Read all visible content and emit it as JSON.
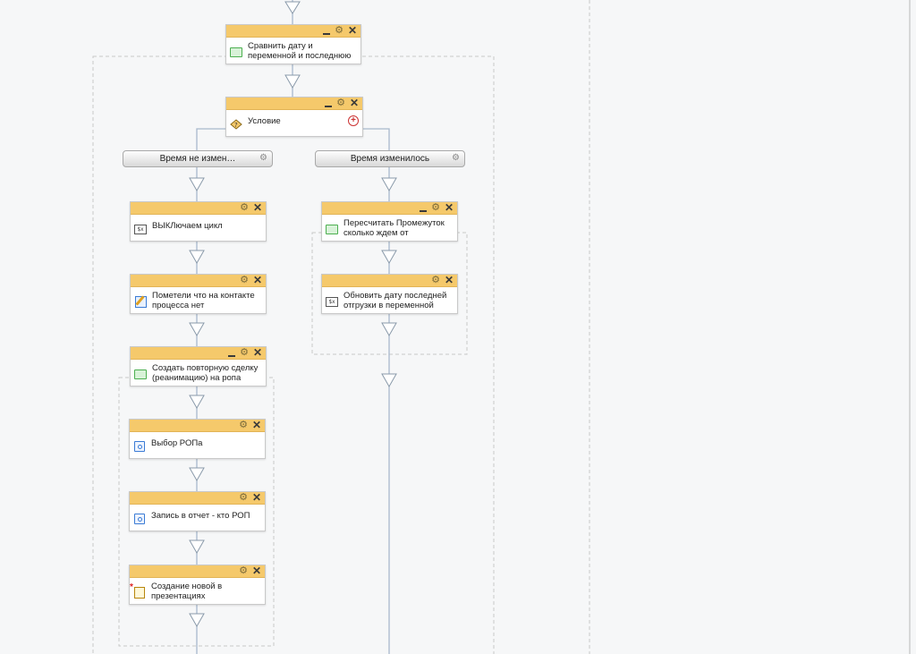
{
  "blocks": {
    "compare": {
      "label": "Сравнить дату и переменной и последнюю"
    },
    "condition": {
      "label": "Условие"
    },
    "turn_off": {
      "label": "ВЫКЛючаем цикл"
    },
    "mark": {
      "label": "Пометели что на контакте процесса нет"
    },
    "create_deal": {
      "label": "Создать повторную сделку (реанимацию) на ропа"
    },
    "choose_rop": {
      "label": "Выбор РОПа"
    },
    "report": {
      "label": "Запись в отчет - кто РОП"
    },
    "create_new": {
      "label": "Создание новой в презентациях"
    },
    "recalc": {
      "label": "Пересчитать Промежуток сколько ждем от"
    },
    "update_date": {
      "label": "Обновить дату последней отгрузки в переменной"
    }
  },
  "branches": {
    "unchanged": {
      "label": "Время не измен…"
    },
    "changed": {
      "label": "Время изменилось"
    }
  },
  "icons": {
    "var_text": "$x"
  },
  "colors": {
    "header": "#f5c96b",
    "connector": "#a8b8cc",
    "dashed_border": "#c8c8c8"
  }
}
